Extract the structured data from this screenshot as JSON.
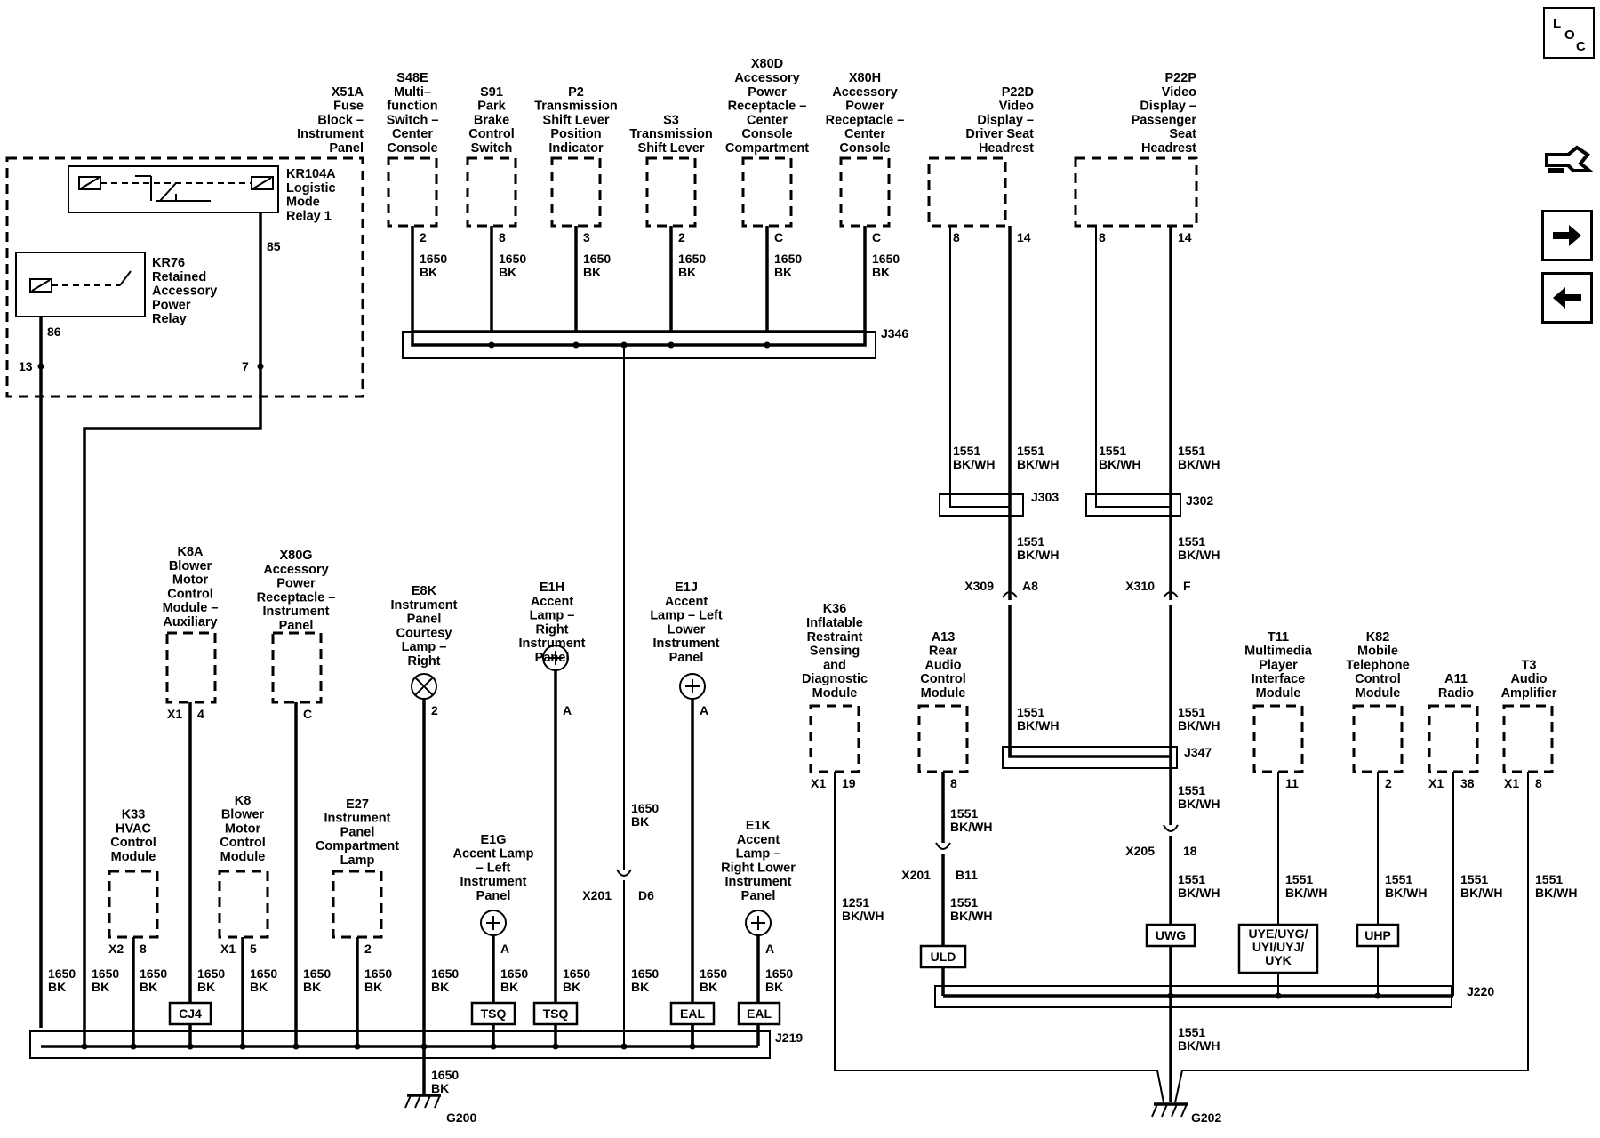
{
  "nav": {
    "loc_letters": [
      "L",
      "O",
      "C"
    ],
    "icons": [
      "wrench-hand-icon",
      "arrow-right-icon",
      "arrow-left-icon"
    ]
  },
  "components": [
    {
      "id": "c_x51a",
      "lines": [
        "X51A",
        "Fuse",
        "Block –",
        "Instrument",
        "Panel"
      ],
      "anchor": "end"
    },
    {
      "id": "c_kr104a",
      "lines": [
        "KR104A",
        "Logistic",
        "Mode",
        "Relay 1"
      ],
      "anchor": "start"
    },
    {
      "id": "c_kr76",
      "lines": [
        "KR76",
        "Retained",
        "Accessory",
        "Power",
        "Relay"
      ],
      "anchor": "start"
    },
    {
      "id": "c_s48e",
      "lines": [
        "S48E",
        "Multi–",
        "function",
        "Switch –",
        "Center",
        "Console"
      ],
      "anchor": "middle"
    },
    {
      "id": "c_s91",
      "lines": [
        "S91",
        "Park",
        "Brake",
        "Control",
        "Switch"
      ],
      "anchor": "middle"
    },
    {
      "id": "c_p2",
      "lines": [
        "P2",
        "Transmission",
        "Shift Lever",
        "Position",
        "Indicator"
      ],
      "anchor": "middle"
    },
    {
      "id": "c_s3",
      "lines": [
        "S3",
        "Transmission",
        "Shift Lever"
      ],
      "anchor": "middle"
    },
    {
      "id": "c_x80d",
      "lines": [
        "X80D",
        "Accessory",
        "Power",
        "Receptacle –",
        "Center",
        "Console",
        "Compartment"
      ],
      "anchor": "middle"
    },
    {
      "id": "c_x80h",
      "lines": [
        "X80H",
        "Accessory",
        "Power",
        "Receptacle –",
        "Center",
        "Console"
      ],
      "anchor": "middle"
    },
    {
      "id": "c_p22d",
      "lines": [
        "P22D",
        "Video",
        "Display –",
        "Driver Seat",
        "Headrest"
      ],
      "anchor": "end"
    },
    {
      "id": "c_p22p",
      "lines": [
        "P22P",
        "Video",
        "Display –",
        "Passenger",
        "Seat",
        "Headrest"
      ],
      "anchor": "end"
    },
    {
      "id": "c_k8a",
      "lines": [
        "K8A",
        "Blower",
        "Motor",
        "Control",
        "Module –",
        "Auxiliary"
      ],
      "anchor": "middle"
    },
    {
      "id": "c_x80g",
      "lines": [
        "X80G",
        "Accessory",
        "Power",
        "Receptacle –",
        "Instrument",
        "Panel"
      ],
      "anchor": "middle"
    },
    {
      "id": "c_e8k",
      "lines": [
        "E8K",
        "Instrument",
        "Panel",
        "Courtesy",
        "Lamp –",
        "Right"
      ],
      "anchor": "middle"
    },
    {
      "id": "c_e1h",
      "lines": [
        "E1H",
        "Accent",
        "Lamp –",
        "Right",
        "Instrument",
        "Panel"
      ],
      "anchor": "middle"
    },
    {
      "id": "c_e1j",
      "lines": [
        "E1J",
        "Accent",
        "Lamp – Left",
        "Lower",
        "Instrument",
        "Panel"
      ],
      "anchor": "middle"
    },
    {
      "id": "c_k33",
      "lines": [
        "K33",
        "HVAC",
        "Control",
        "Module"
      ],
      "anchor": "middle"
    },
    {
      "id": "c_k8",
      "lines": [
        "K8",
        "Blower",
        "Motor",
        "Control",
        "Module"
      ],
      "anchor": "middle"
    },
    {
      "id": "c_e27",
      "lines": [
        "E27",
        "Instrument",
        "Panel",
        "Compartment",
        "Lamp"
      ],
      "anchor": "middle"
    },
    {
      "id": "c_e1g",
      "lines": [
        "E1G",
        "Accent Lamp",
        "– Left",
        "Instrument",
        "Panel"
      ],
      "anchor": "middle"
    },
    {
      "id": "c_e1k",
      "lines": [
        "E1K",
        "Accent",
        "Lamp –",
        "Right Lower",
        "Instrument",
        "Panel"
      ],
      "anchor": "middle"
    },
    {
      "id": "c_k36",
      "lines": [
        "K36",
        "Inflatable",
        "Restraint",
        "Sensing",
        "and",
        "Diagnostic",
        "Module"
      ],
      "anchor": "middle"
    },
    {
      "id": "c_a13",
      "lines": [
        "A13",
        "Rear",
        "Audio",
        "Control",
        "Module"
      ],
      "anchor": "middle"
    },
    {
      "id": "c_t11",
      "lines": [
        "T11",
        "Multimedia",
        "Player",
        "Interface",
        "Module"
      ],
      "anchor": "middle"
    },
    {
      "id": "c_k82",
      "lines": [
        "K82",
        "Mobile",
        "Telephone",
        "Control",
        "Module"
      ],
      "anchor": "middle"
    },
    {
      "id": "c_a11",
      "lines": [
        "A11",
        "Radio"
      ],
      "anchor": "middle"
    },
    {
      "id": "c_t3",
      "lines": [
        "T3",
        "Audio",
        "Amplifier"
      ],
      "anchor": "middle"
    }
  ],
  "pins": {
    "p_85": "85",
    "p_86": "86",
    "p_13": "13",
    "p_7": "7",
    "p_s48e": "2",
    "p_s91": "8",
    "p_p2": "3",
    "p_s3": "2",
    "p_x80d": "C",
    "p_x80h": "C",
    "p_p22d_8": "8",
    "p_p22d_14": "14",
    "p_p22p_8": "8",
    "p_p22p_14": "14",
    "p_k8a_x": "X1",
    "p_k8a": "4",
    "p_x80g": "C",
    "p_e8k": "2",
    "p_e1h": "A",
    "p_e1j": "A",
    "p_k33_x": "X2",
    "p_k33": "8",
    "p_k8_x": "X1",
    "p_k8": "5",
    "p_e27": "2",
    "p_e1g": "A",
    "p_e1k": "A",
    "p_k36_x": "X1",
    "p_k36": "19",
    "p_a13": "8",
    "p_t11": "11",
    "p_k82": "2",
    "p_a11_x": "X1",
    "p_a11": "38",
    "p_t3_x": "X1",
    "p_t3": "8",
    "p_a8": "A8",
    "p_f": "F",
    "p_d6": "D6",
    "p_b11": "B11",
    "p_18": "18"
  },
  "wire_labels": [
    {
      "id": "w1",
      "circuit": "1650",
      "color": "BK"
    },
    {
      "id": "w2",
      "circuit": "1650",
      "color": "BK"
    },
    {
      "id": "w3",
      "circuit": "1650",
      "color": "BK"
    },
    {
      "id": "w4",
      "circuit": "1650",
      "color": "BK"
    },
    {
      "id": "w5",
      "circuit": "1650",
      "color": "BK"
    },
    {
      "id": "w6",
      "circuit": "1650",
      "color": "BK"
    },
    {
      "id": "w7",
      "circuit": "1551",
      "color": "BK/WH"
    },
    {
      "id": "w8",
      "circuit": "1551",
      "color": "BK/WH"
    },
    {
      "id": "w9",
      "circuit": "1551",
      "color": "BK/WH"
    },
    {
      "id": "w10",
      "circuit": "1551",
      "color": "BK/WH"
    },
    {
      "id": "w11",
      "circuit": "1551",
      "color": "BK/WH"
    },
    {
      "id": "w12",
      "circuit": "1551",
      "color": "BK/WH"
    },
    {
      "id": "w13",
      "circuit": "1551",
      "color": "BK/WH"
    },
    {
      "id": "w14",
      "circuit": "1551",
      "color": "BK/WH"
    },
    {
      "id": "w15",
      "circuit": "1551",
      "color": "BK/WH"
    },
    {
      "id": "w16",
      "circuit": "1650",
      "color": "BK"
    },
    {
      "id": "w17",
      "circuit": "1650",
      "color": "BK"
    },
    {
      "id": "w18",
      "circuit": "1650",
      "color": "BK"
    },
    {
      "id": "w19",
      "circuit": "1650",
      "color": "BK"
    },
    {
      "id": "w20",
      "circuit": "1650",
      "color": "BK"
    },
    {
      "id": "w21",
      "circuit": "1650",
      "color": "BK"
    },
    {
      "id": "w22",
      "circuit": "1650",
      "color": "BK"
    },
    {
      "id": "w23",
      "circuit": "1650",
      "color": "BK"
    },
    {
      "id": "w24",
      "circuit": "1650",
      "color": "BK"
    },
    {
      "id": "w25",
      "circuit": "1650",
      "color": "BK"
    },
    {
      "id": "w26",
      "circuit": "1650",
      "color": "BK"
    },
    {
      "id": "w27",
      "circuit": "1650",
      "color": "BK"
    },
    {
      "id": "w28",
      "circuit": "1650",
      "color": "BK"
    },
    {
      "id": "w29",
      "circuit": "1650",
      "color": "BK"
    },
    {
      "id": "w30",
      "circuit": "1650",
      "color": "BK"
    },
    {
      "id": "w31",
      "circuit": "1251",
      "color": "BK/WH"
    },
    {
      "id": "w32",
      "circuit": "1551",
      "color": "BK/WH"
    },
    {
      "id": "w33",
      "circuit": "1551",
      "color": "BK/WH"
    },
    {
      "id": "w34",
      "circuit": "1551",
      "color": "BK/WH"
    },
    {
      "id": "w35",
      "circuit": "1551",
      "color": "BK/WH"
    },
    {
      "id": "w36",
      "circuit": "1551",
      "color": "BK/WH"
    },
    {
      "id": "w37",
      "circuit": "1551",
      "color": "BK/WH"
    },
    {
      "id": "w38",
      "circuit": "1551",
      "color": "BK/WH"
    },
    {
      "id": "w39",
      "circuit": "1551",
      "color": "BK/WH"
    },
    {
      "id": "w40",
      "circuit": "1551",
      "color": "BK/WH"
    },
    {
      "id": "w41",
      "circuit": "1650",
      "color": "BK"
    }
  ],
  "splices": {
    "j346": "J346",
    "j303": "J303",
    "j302": "J302",
    "j347": "J347",
    "j219": "J219",
    "j220": "J220"
  },
  "connectors": {
    "x309": "X309",
    "x310": "X310",
    "x201a": "X201",
    "x201b": "X201",
    "x205": "X205"
  },
  "tags": {
    "cj4": "CJ4",
    "tsq1": "TSQ",
    "tsq2": "TSQ",
    "eal1": "EAL",
    "eal2": "EAL",
    "uld": "ULD",
    "uwg": "UWG",
    "uye": [
      "UYE/UYG/",
      "UYI/UYJ/",
      "UYK"
    ],
    "uhp": "UHP"
  },
  "grounds": {
    "g200": "G200",
    "g202": "G202"
  }
}
